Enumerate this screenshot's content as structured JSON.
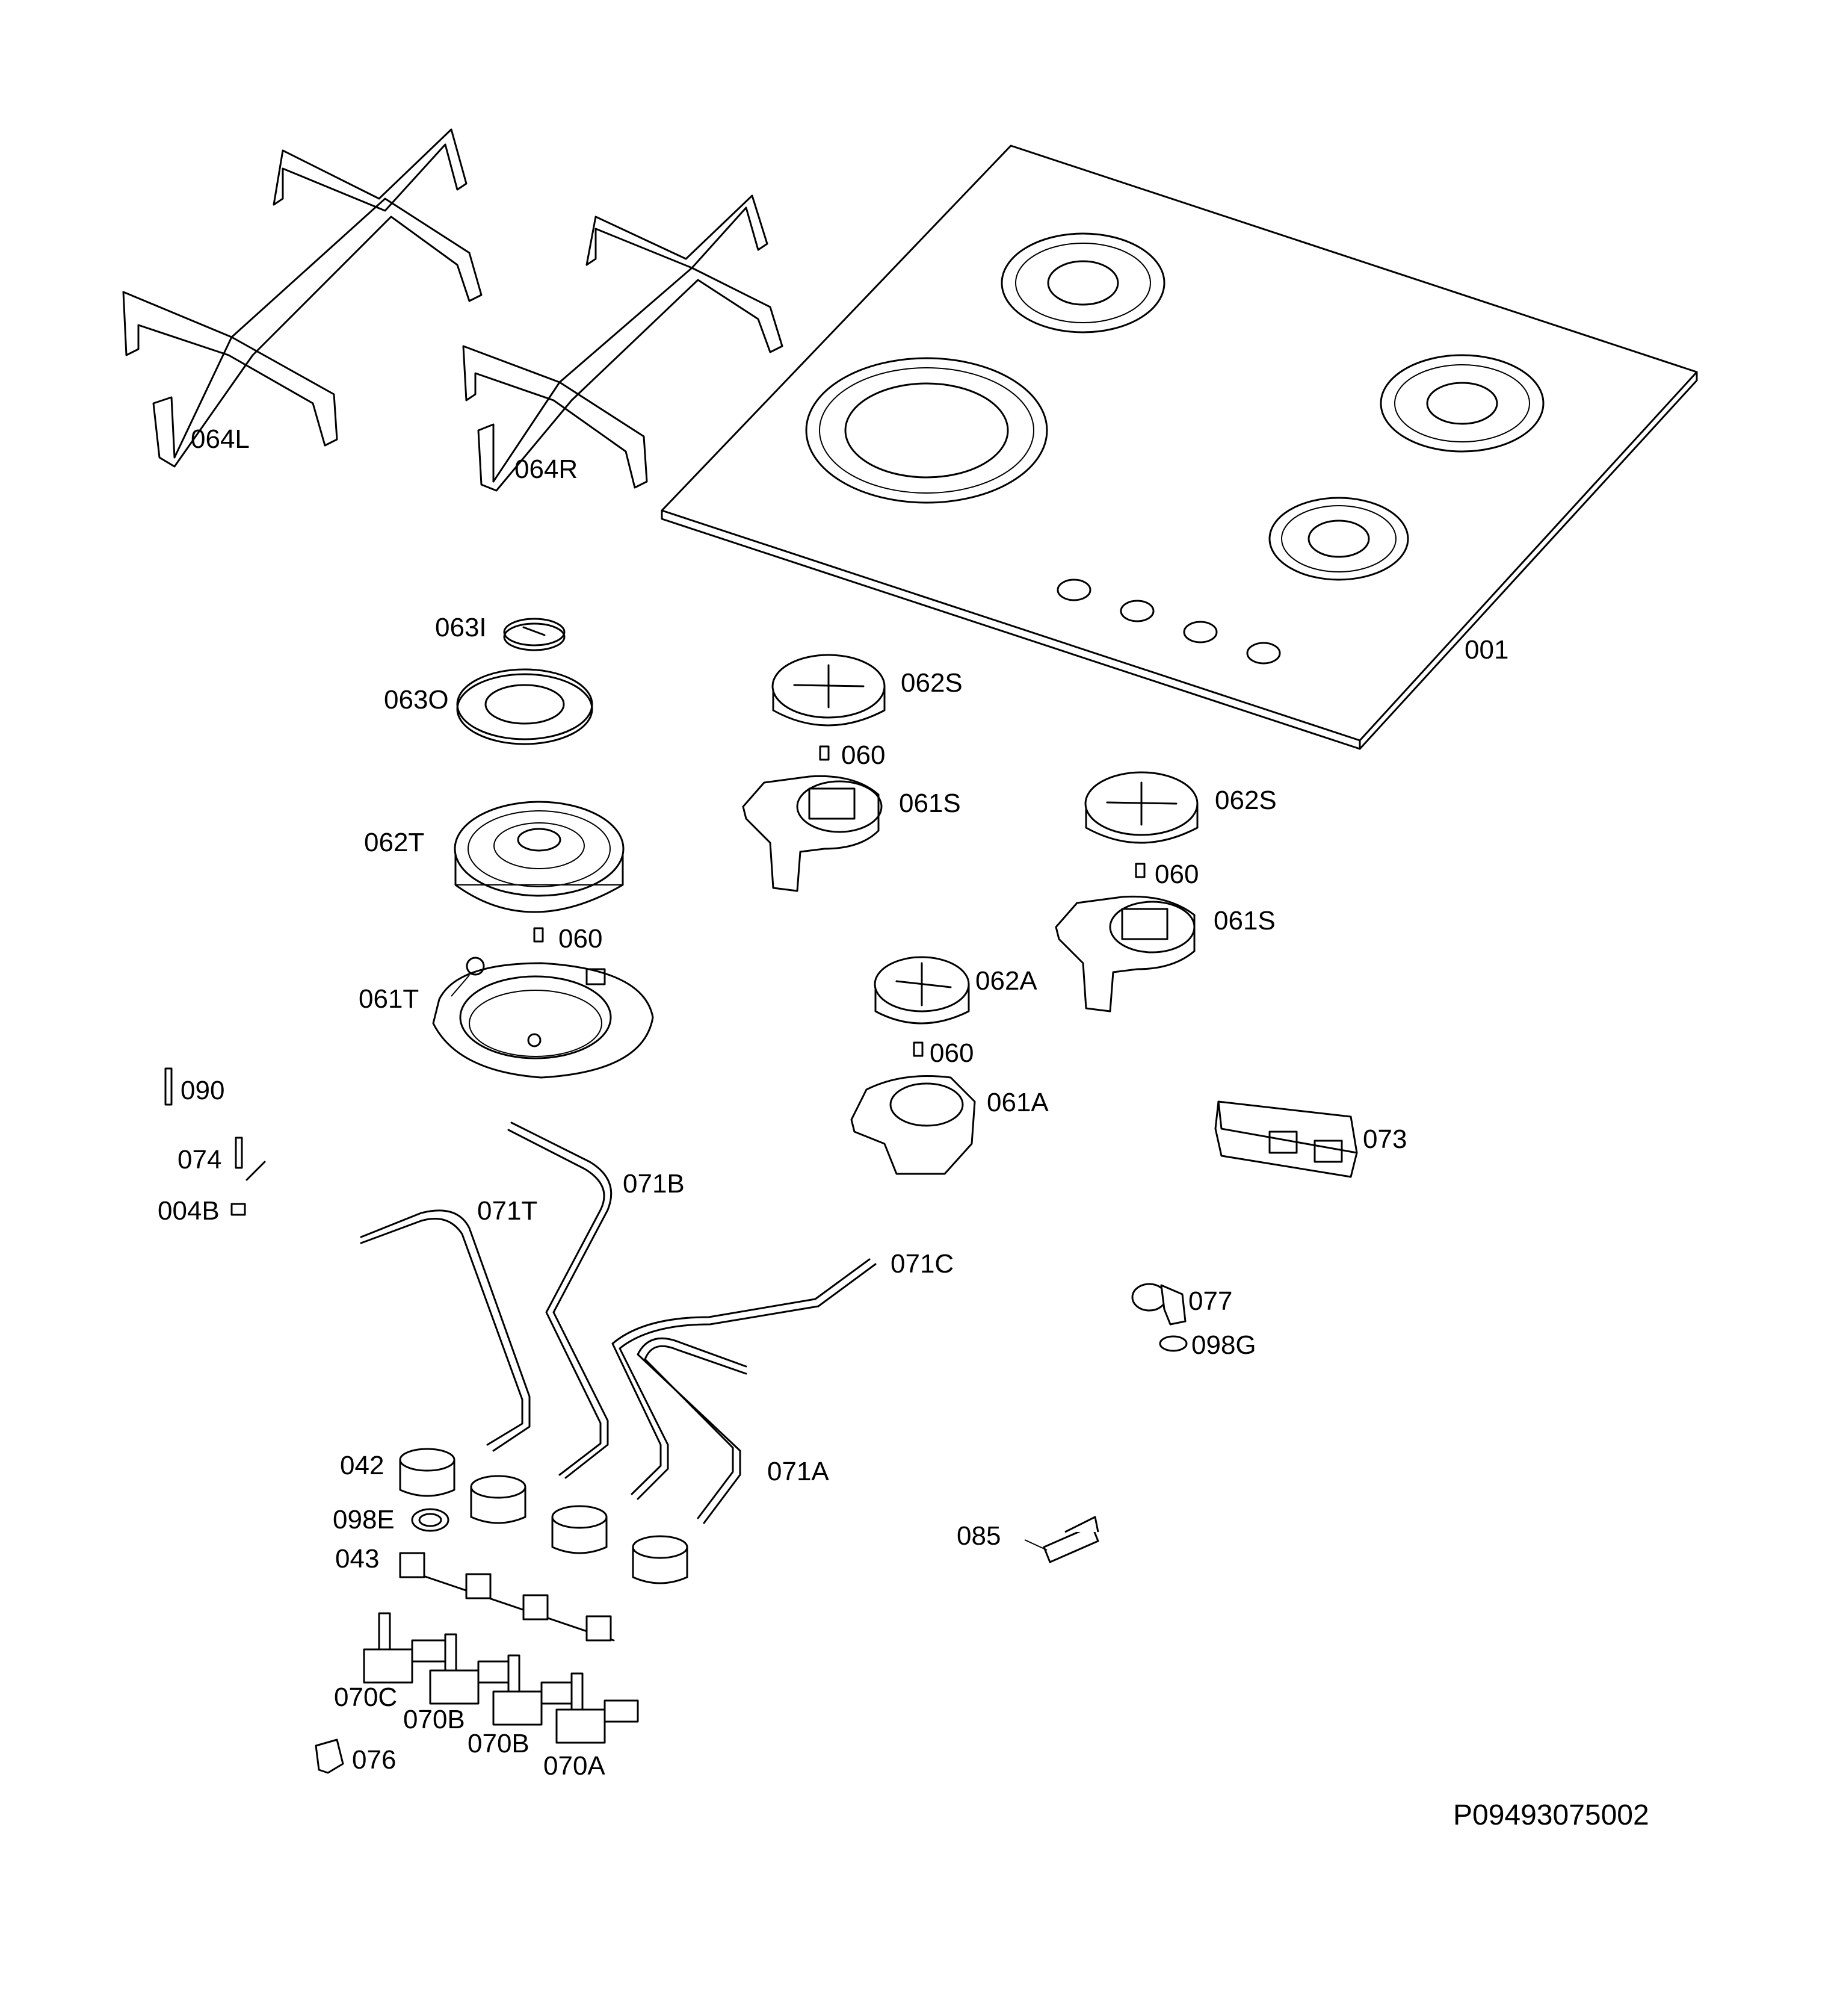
{
  "reference_code": "P09493075002",
  "parts": {
    "p001": "001",
    "p064L": "064L",
    "p064R": "064R",
    "p063I": "063I",
    "p063O": "063O",
    "p062T": "062T",
    "p060a": "060",
    "p061T": "061T",
    "p062S_a": "062S",
    "p060b": "060",
    "p061S_a": "061S",
    "p062S_b": "062S",
    "p060c": "060",
    "p061S_b": "061S",
    "p062A": "062A",
    "p060d": "060",
    "p061A": "061A",
    "p073": "073",
    "p090": "090",
    "p074": "074",
    "p004B": "004B",
    "p071B": "071B",
    "p071T": "071T",
    "p071C": "071C",
    "p071A": "071A",
    "p077": "077",
    "p098G": "098G",
    "p042": "042",
    "p098E": "098E",
    "p043": "043",
    "p085": "085",
    "p070C": "070C",
    "p070B_a": "070B",
    "p070B_b": "070B",
    "p070A": "070A",
    "p076": "076"
  }
}
